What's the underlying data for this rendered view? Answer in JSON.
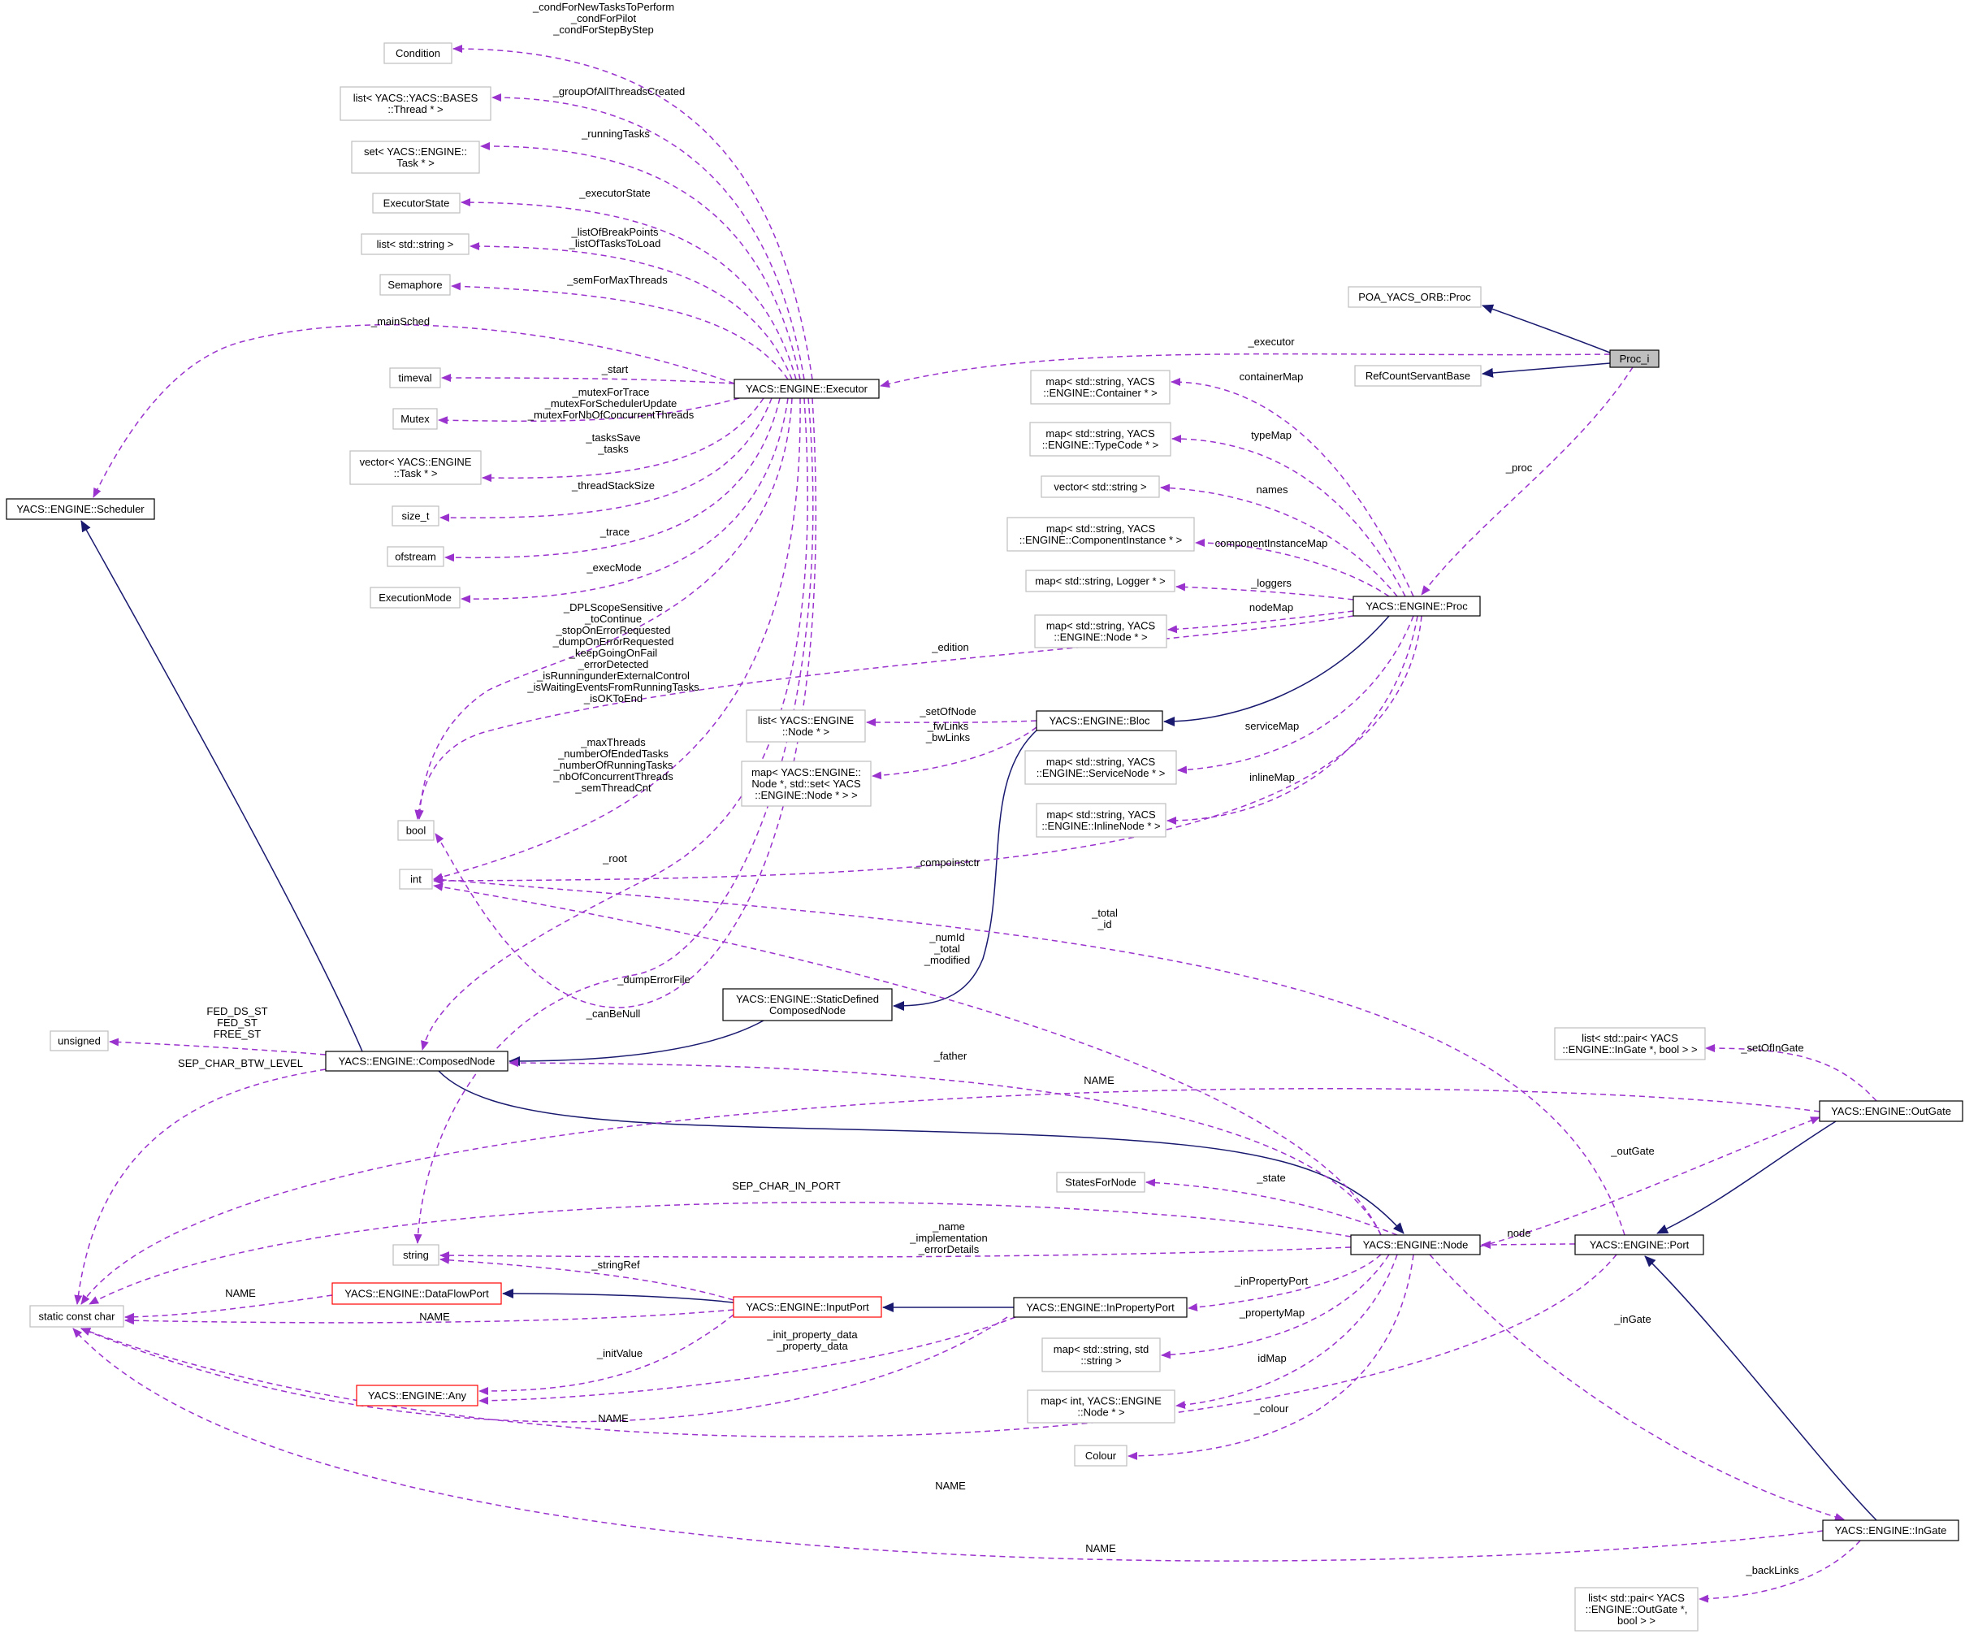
{
  "nodes": {
    "proc_i": {
      "lines": [
        "Proc_i"
      ],
      "style": "focus"
    },
    "poa_proc": {
      "lines": [
        "POA_YACS_ORB::Proc"
      ],
      "style": "ext"
    },
    "refcount": {
      "lines": [
        "RefCountServantBase"
      ],
      "style": "ext"
    },
    "executor": {
      "lines": [
        "YACS::ENGINE::Executor"
      ],
      "style": "doc"
    },
    "scheduler": {
      "lines": [
        "YACS::ENGINE::Scheduler"
      ],
      "style": "doc"
    },
    "condition": {
      "lines": [
        "Condition"
      ],
      "style": "ext"
    },
    "list_thread": {
      "lines": [
        "list< YACS::YACS::BASES",
        "::Thread * >"
      ],
      "style": "ext"
    },
    "set_task": {
      "lines": [
        "set< YACS::ENGINE::",
        "Task * >"
      ],
      "style": "ext"
    },
    "executor_state": {
      "lines": [
        "ExecutorState"
      ],
      "style": "ext"
    },
    "list_string": {
      "lines": [
        "list< std::string >"
      ],
      "style": "ext"
    },
    "semaphore": {
      "lines": [
        "Semaphore"
      ],
      "style": "ext"
    },
    "timeval": {
      "lines": [
        "timeval"
      ],
      "style": "ext"
    },
    "mutex": {
      "lines": [
        "Mutex"
      ],
      "style": "ext"
    },
    "vector_task": {
      "lines": [
        "vector< YACS::ENGINE",
        "::Task * >"
      ],
      "style": "ext"
    },
    "size_t": {
      "lines": [
        "size_t"
      ],
      "style": "ext"
    },
    "ofstream": {
      "lines": [
        "ofstream"
      ],
      "style": "ext"
    },
    "execution_mode": {
      "lines": [
        "ExecutionMode"
      ],
      "style": "ext"
    },
    "bool": {
      "lines": [
        "bool"
      ],
      "style": "ext"
    },
    "int": {
      "lines": [
        "int"
      ],
      "style": "ext"
    },
    "unsigned": {
      "lines": [
        "unsigned"
      ],
      "style": "ext"
    },
    "static_char": {
      "lines": [
        "static const char"
      ],
      "style": "ext"
    },
    "string": {
      "lines": [
        "string"
      ],
      "style": "ext"
    },
    "composed_node": {
      "lines": [
        "YACS::ENGINE::ComposedNode"
      ],
      "style": "doc"
    },
    "static_defined": {
      "lines": [
        "YACS::ENGINE::StaticDefined",
        "ComposedNode"
      ],
      "style": "doc"
    },
    "bloc": {
      "lines": [
        "YACS::ENGINE::Bloc"
      ],
      "style": "doc"
    },
    "proc": {
      "lines": [
        "YACS::ENGINE::Proc"
      ],
      "style": "doc"
    },
    "node": {
      "lines": [
        "YACS::ENGINE::Node"
      ],
      "style": "doc"
    },
    "port": {
      "lines": [
        "YACS::ENGINE::Port"
      ],
      "style": "doc"
    },
    "outgate": {
      "lines": [
        "YACS::ENGINE::OutGate"
      ],
      "style": "doc"
    },
    "ingate": {
      "lines": [
        "YACS::ENGINE::InGate"
      ],
      "style": "doc"
    },
    "list_ingate": {
      "lines": [
        "list< std::pair< YACS",
        "::ENGINE::InGate *, bool > >"
      ],
      "style": "ext"
    },
    "list_outgate": {
      "lines": [
        "list< std::pair< YACS",
        "::ENGINE::OutGate *,",
        "bool > >"
      ],
      "style": "ext"
    },
    "dataflowport": {
      "lines": [
        "YACS::ENGINE::DataFlowPort"
      ],
      "style": "red"
    },
    "inputport": {
      "lines": [
        "YACS::ENGINE::InputPort"
      ],
      "style": "red"
    },
    "inpropertyport": {
      "lines": [
        "YACS::ENGINE::InPropertyPort"
      ],
      "style": "doc"
    },
    "any": {
      "lines": [
        "YACS::ENGINE::Any"
      ],
      "style": "red"
    },
    "states_for_node": {
      "lines": [
        "StatesForNode"
      ],
      "style": "ext"
    },
    "map_str_str": {
      "lines": [
        "map< std::string, std",
        "::string >"
      ],
      "style": "ext"
    },
    "map_int_node": {
      "lines": [
        "map< int, YACS::ENGINE",
        "::Node * >"
      ],
      "style": "ext"
    },
    "colour": {
      "lines": [
        "Colour"
      ],
      "style": "ext"
    },
    "map_container": {
      "lines": [
        "map< std::string, YACS",
        "::ENGINE::Container * >"
      ],
      "style": "ext"
    },
    "map_typecode": {
      "lines": [
        "map< std::string, YACS",
        "::ENGINE::TypeCode * >"
      ],
      "style": "ext"
    },
    "vector_string": {
      "lines": [
        "vector< std::string >"
      ],
      "style": "ext"
    },
    "map_compinst": {
      "lines": [
        "map< std::string, YACS",
        "::ENGINE::ComponentInstance * >"
      ],
      "style": "ext"
    },
    "map_logger": {
      "lines": [
        "map< std::string, Logger * >"
      ],
      "style": "ext"
    },
    "map_node": {
      "lines": [
        "map< std::string, YACS",
        "::ENGINE::Node * >"
      ],
      "style": "ext"
    },
    "list_node": {
      "lines": [
        "list< YACS::ENGINE",
        "::Node * >"
      ],
      "style": "ext"
    },
    "map_node_set": {
      "lines": [
        "map< YACS::ENGINE::",
        "Node *, std::set< YACS",
        "::ENGINE::Node * > >"
      ],
      "style": "ext"
    },
    "map_service": {
      "lines": [
        "map< std::string, YACS",
        "::ENGINE::ServiceNode * >"
      ],
      "style": "ext"
    },
    "map_inline": {
      "lines": [
        "map< std::string, YACS",
        "::ENGINE::InlineNode * >"
      ],
      "style": "ext"
    }
  },
  "edge_labels": {
    "cond": [
      "_condForNewTasksToPerform",
      "_condForPilot",
      "_condForStepByStep"
    ],
    "group_threads": [
      "_groupOfAllThreadsCreated"
    ],
    "running_tasks": [
      "_runningTasks"
    ],
    "executor_state": [
      "_executorState"
    ],
    "breakpoints": [
      "_listOfBreakPoints",
      "_listOfTasksToLoad"
    ],
    "sem_max": [
      "_semForMaxThreads"
    ],
    "main_sched": [
      "_mainSched"
    ],
    "start": [
      "_start"
    ],
    "mutexes": [
      "_mutexForTrace",
      "_mutexForSchedulerUpdate",
      "_mutexForNbOfConcurrentThreads"
    ],
    "tasks_save": [
      "_tasksSave",
      "_tasks"
    ],
    "stack_size": [
      "_threadStackSize"
    ],
    "trace": [
      "_trace"
    ],
    "exec_mode": [
      "_execMode"
    ],
    "executor_bools": [
      "_DPLScopeSensitive",
      "_toContinue",
      "_stopOnErrorRequested",
      "_dumpOnErrorRequested",
      "_keepGoingOnFail",
      "_errorDetected",
      "_isRunningunderExternalControl",
      "_isWaitingEventsFromRunningTasks",
      "_isOKToEnd"
    ],
    "executor_ints": [
      "_maxThreads",
      "_numberOfEndedTasks",
      "_numberOfRunningTasks",
      "_nbOfConcurrentThreads",
      "_semThreadCnt"
    ],
    "root": [
      "_root"
    ],
    "dump_error": [
      "_dumpErrorFile"
    ],
    "can_be_null": [
      "_canBeNull"
    ],
    "executor": [
      "_executor"
    ],
    "proc": [
      "_proc"
    ],
    "container_map": [
      "containerMap"
    ],
    "type_map": [
      "typeMap"
    ],
    "names": [
      "names"
    ],
    "comp_inst_map": [
      "componentInstanceMap"
    ],
    "loggers": [
      "_loggers"
    ],
    "node_map": [
      "nodeMap"
    ],
    "edition": [
      "_edition"
    ],
    "set_of_node": [
      "_setOfNode"
    ],
    "fw_links": [
      "_fwLinks",
      "_bwLinks"
    ],
    "service_map": [
      "serviceMap"
    ],
    "inline_map": [
      "inlineMap"
    ],
    "compoinstctr": [
      "_compoinstctr"
    ],
    "total_id": [
      "_total",
      "_id"
    ],
    "num_id": [
      "_numId",
      "_total",
      "_modified"
    ],
    "fed": [
      "FED_DS_ST",
      "FED_ST",
      "FREE_ST"
    ],
    "sep_btw": [
      "SEP_CHAR_BTW_LEVEL"
    ],
    "father": [
      "_father"
    ],
    "name_outgate": [
      "NAME"
    ],
    "set_of_ingate": [
      "_setOfInGate"
    ],
    "out_gate": [
      "_outGate"
    ],
    "sep_in_port": [
      "SEP_CHAR_IN_PORT"
    ],
    "state": [
      "_state"
    ],
    "node_names": [
      "_name",
      "_implementation",
      "_errorDetails"
    ],
    "node_port": [
      "node"
    ],
    "string_ref": [
      "_stringRef"
    ],
    "name_dataflow": [
      "NAME"
    ],
    "name_inputport": [
      "NAME"
    ],
    "in_property_port": [
      "_inPropertyPort"
    ],
    "property_map": [
      "_propertyMap"
    ],
    "in_gate": [
      "_inGate"
    ],
    "init_value": [
      "_initValue"
    ],
    "init_property": [
      "_init_property_data",
      "_property_data"
    ],
    "id_map": [
      "idMap"
    ],
    "name_inprop": [
      "NAME"
    ],
    "colour": [
      "_colour"
    ],
    "name_port": [
      "NAME"
    ],
    "name_ingate": [
      "NAME"
    ],
    "back_links": [
      "_backLinks"
    ]
  },
  "colors": {
    "usage_edge": "#9a32cd",
    "inheritance_edge": "#191970",
    "documented_border": "#000000",
    "external_border": "#bfbfbf",
    "incomplete_border": "#ff0000",
    "focus_fill": "#bfbfbf"
  }
}
